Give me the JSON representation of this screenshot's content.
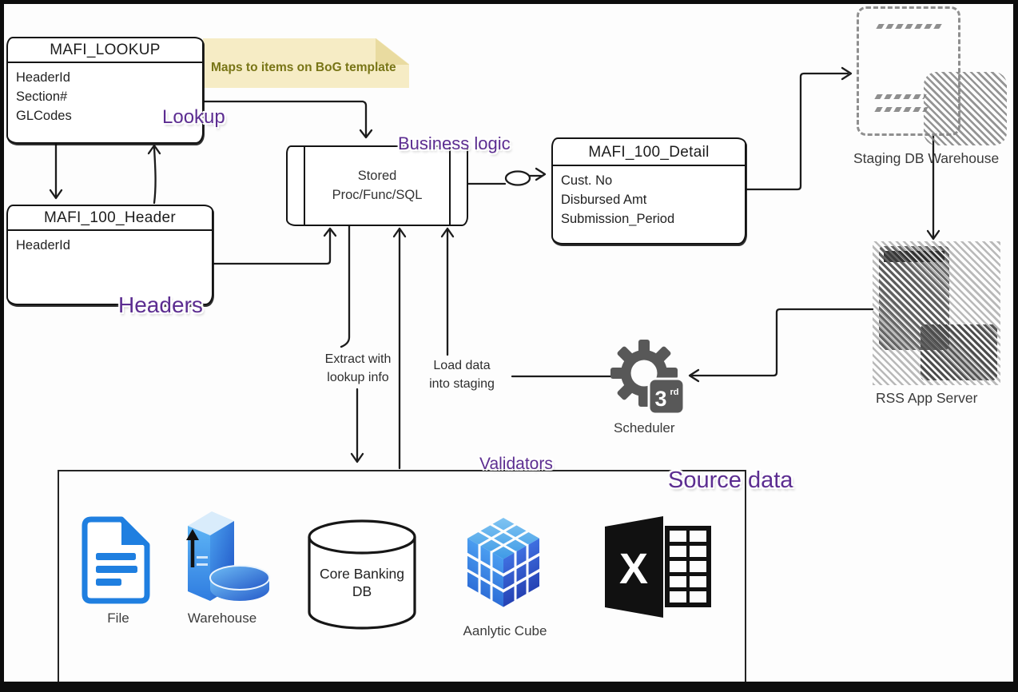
{
  "diagram": {
    "entities": {
      "mafi_lookup": {
        "title": "MAFI_LOOKUP",
        "fields": [
          "HeaderId",
          "Section#",
          "GLCodes"
        ]
      },
      "mafi_100_header": {
        "title": "MAFI_100_Header",
        "fields": [
          "HeaderId"
        ]
      },
      "mafi_100_detail": {
        "title": "MAFI_100_Detail",
        "fields": [
          "Cust. No",
          "Disbursed Amt",
          "Submission_Period"
        ]
      },
      "stored_proc": {
        "line1": "Stored",
        "line2": "Proc/Func/SQL"
      }
    },
    "note": {
      "text": "Maps to items on BoG template"
    },
    "callouts": {
      "lookup": "Lookup",
      "business_logic": "Business logic",
      "headers": "Headers",
      "validators": "Validators",
      "source_data": "Source data"
    },
    "edge_labels": {
      "extract_line1": "Extract with",
      "extract_line2": "lookup info",
      "load_line1": "Load data",
      "load_line2": "into staging"
    },
    "nodes": {
      "staging_label": "Staging DB Warehouse",
      "rss_label": "RSS App Server",
      "scheduler_label": "Scheduler",
      "scheduler_badge": "3",
      "scheduler_badge_sup": "rd"
    },
    "sources": {
      "file_label": "File",
      "warehouse_label": "Warehouse",
      "core_banking_line1": "Core Banking",
      "core_banking_line2": "DB",
      "cube_label": "Aanlytic Cube",
      "excel_letter": "X"
    },
    "colors": {
      "purple_label": "#5c2d91",
      "note_bg": "#f6ecc5",
      "note_text": "#787516",
      "icon_blue": "#1f7fe0",
      "line": "#1c1c1c",
      "gear_gray": "#585858"
    }
  }
}
